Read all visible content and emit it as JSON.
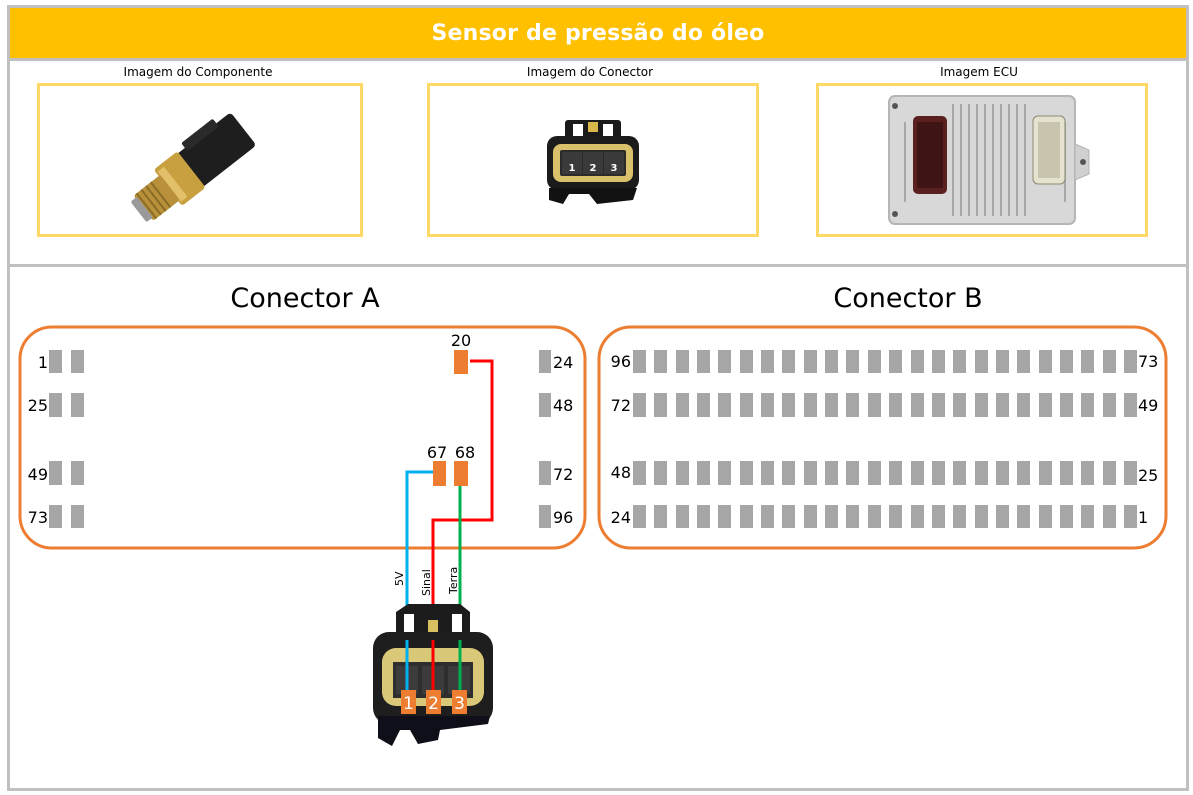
{
  "title": "Sensor de pressão do óleo",
  "colors": {
    "title_bg": "#FFC000",
    "image_border": "#FFD966",
    "connector_outline": "#ED7D31",
    "pin_inactive": "#A6A6A6",
    "pin_active": "#ED7D31",
    "wire_5v": "#00B0F0",
    "wire_signal": "#FF0000",
    "wire_ground": "#00B050"
  },
  "images": [
    {
      "label": "Imagem do Componente",
      "icon": "oil-pressure-sensor-image"
    },
    {
      "label": "Imagem do Conector",
      "icon": "connector-plug-image",
      "pin_labels": [
        "1",
        "2",
        "3"
      ]
    },
    {
      "label": "Imagem ECU",
      "icon": "ecu-module-image"
    }
  ],
  "connector_a": {
    "heading": "Conector A",
    "row_labels_left": [
      "1",
      "25",
      "49",
      "73"
    ],
    "row_labels_right": [
      "24",
      "48",
      "72",
      "96"
    ],
    "active_pins": [
      {
        "number": "20",
        "row": 1
      },
      {
        "number": "67",
        "row": 3
      },
      {
        "number": "68",
        "row": 3
      }
    ]
  },
  "connector_b": {
    "heading": "Conector B",
    "pins_per_row": 24,
    "row_labels_left": [
      "96",
      "72",
      "48",
      "24"
    ],
    "row_labels_right": [
      "73",
      "49",
      "25",
      "1"
    ]
  },
  "wires": [
    {
      "label": "5V",
      "from_ecu_pin": "67",
      "to_sensor_pin": "1",
      "color_key": "wire_5v"
    },
    {
      "label": "Sinal",
      "from_ecu_pin": "20",
      "to_sensor_pin": "2",
      "color_key": "wire_signal"
    },
    {
      "label": "Terra",
      "from_ecu_pin": "68",
      "to_sensor_pin": "3",
      "color_key": "wire_ground"
    }
  ],
  "sensor_connector": {
    "pins": [
      "1",
      "2",
      "3"
    ]
  }
}
